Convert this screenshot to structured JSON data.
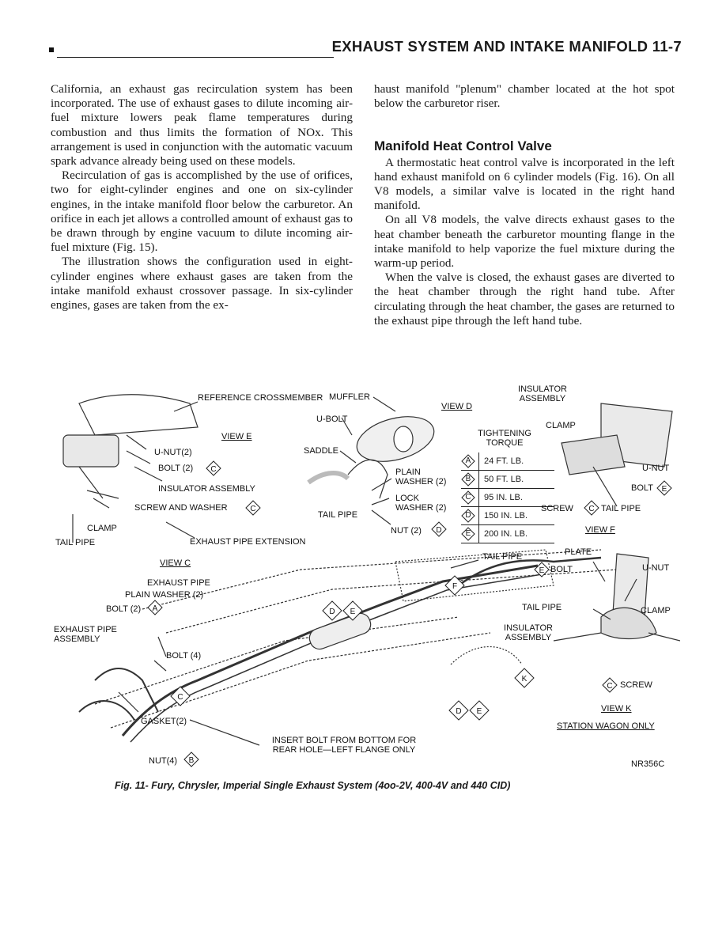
{
  "header": {
    "title": "EXHAUST SYSTEM AND INTAKE MANIFOLD 11-7"
  },
  "left_column": {
    "p1": "California, an exhaust gas recirculation system has been incorporated. The use of exhaust gases to dilute incoming air-fuel mixture lowers peak flame temperatures during combustion and thus limits the formation of NOx. This arrangement is used in conjunction with the automatic vacuum spark advance already being used on these models.",
    "p2": "Recirculation of gas is accomplished by the use of orifices, two for eight-cylinder engines and one on six-cylinder engines, in the intake manifold floor below the carburetor. An orifice in each jet allows a controlled amount of exhaust gas to be drawn through by engine vacuum to dilute incoming air-fuel mixture (Fig. 15).",
    "p3": "The illustration shows the configuration used in eight-cylinder engines where exhaust gases are taken from the intake manifold exhaust crossover passage. In six-cylinder engines, gases are taken from the ex-"
  },
  "right_column": {
    "p1": "haust manifold \"plenum\" chamber located at the hot spot below the carburetor riser.",
    "section_title": "Manifold Heat Control Valve",
    "p2": "A thermostatic heat control valve is incorporated in the left hand exhaust manifold on 6 cylinder models (Fig. 16). On all V8 models, a similar valve is located in the right hand manifold.",
    "p3": "On all V8 models, the valve directs exhaust gases to the heat chamber beneath the carburetor mounting flange in the intake manifold to help vaporize the fuel mixture during the warm-up period.",
    "p4": "When the valve is closed, the exhaust gases are diverted to the heat chamber through the right hand tube. After circulating through the heat chamber, the gases are returned to the exhaust pipe through the left hand tube."
  },
  "figure": {
    "labels": {
      "reference_crossmember": "REFERENCE CROSSMEMBER",
      "view_e": "VIEW E",
      "u_nut_2": "U-NUT(2)",
      "bolt_2_c": "BOLT (2)",
      "insulator_assembly_left": "INSULATOR ASSEMBLY",
      "screw_and_washer": "SCREW AND WASHER",
      "clamp_left": "CLAMP",
      "tail_pipe_left": "TAIL PIPE",
      "exhaust_pipe_extension": "EXHAUST PIPE EXTENSION",
      "view_c": "VIEW C",
      "exhaust_pipe": "EXHAUST PIPE",
      "plain_washer_2": "PLAIN WASHER (2)",
      "bolt_2_a": "BOLT (2)",
      "exhaust_pipe_assembly": "EXHAUST PIPE ASSEMBLY",
      "bolt_4": "BOLT (4)",
      "gasket_2": "GASKET(2)",
      "nut_4_b": "NUT(4)",
      "insert_bolt_note": "INSERT BOLT FROM BOTTOM FOR REAR HOLE—LEFT FLANGE ONLY",
      "muffler": "MUFFLER",
      "u_bolt": "U-BOLT",
      "saddle": "SADDLE",
      "view_d": "VIEW D",
      "plain_washer_2_d": "PLAIN WASHER (2)",
      "lock_washer_2": "LOCK WASHER (2)",
      "tail_pipe_d": "TAIL PIPE",
      "nut_2_d": "NUT (2)",
      "tightening_torque": "TIGHTENING TORQUE",
      "insulator_assembly_top": "INSULATOR ASSEMBLY",
      "clamp_f": "CLAMP",
      "u_nut_f": "U-NUT",
      "bolt_e_f": "BOLT",
      "screw_c_f": "SCREW",
      "tail_pipe_f": "TAIL PIPE",
      "view_f": "VIEW F",
      "tail_pipe_mid": "TAIL PIPE",
      "plate": "PLATE",
      "bolt_e_k": "BOLT",
      "u_nut_k": "U-NUT",
      "tail_pipe_k": "TAIL PIPE",
      "clamp_k": "CLAMP",
      "insulator_assembly_k": "INSULATOR ASSEMBLY",
      "screw_k": "SCREW",
      "view_k": "VIEW K",
      "station_wagon_only": "STATION WAGON ONLY",
      "code": "NR356C"
    },
    "callouts": [
      "A",
      "B",
      "C",
      "D",
      "E",
      "F",
      "K"
    ],
    "torque_table": [
      {
        "key": "A",
        "value": "24 FT. LB."
      },
      {
        "key": "B",
        "value": "50 FT. LB."
      },
      {
        "key": "C",
        "value": "95 IN. LB."
      },
      {
        "key": "D",
        "value": "150 IN. LB."
      },
      {
        "key": "E",
        "value": "200 IN. LB."
      }
    ]
  },
  "caption": "Fig. 11- Fury, Chrysler, Imperial Single Exhaust System (4oo-2V, 400-4V and 440 CID)"
}
